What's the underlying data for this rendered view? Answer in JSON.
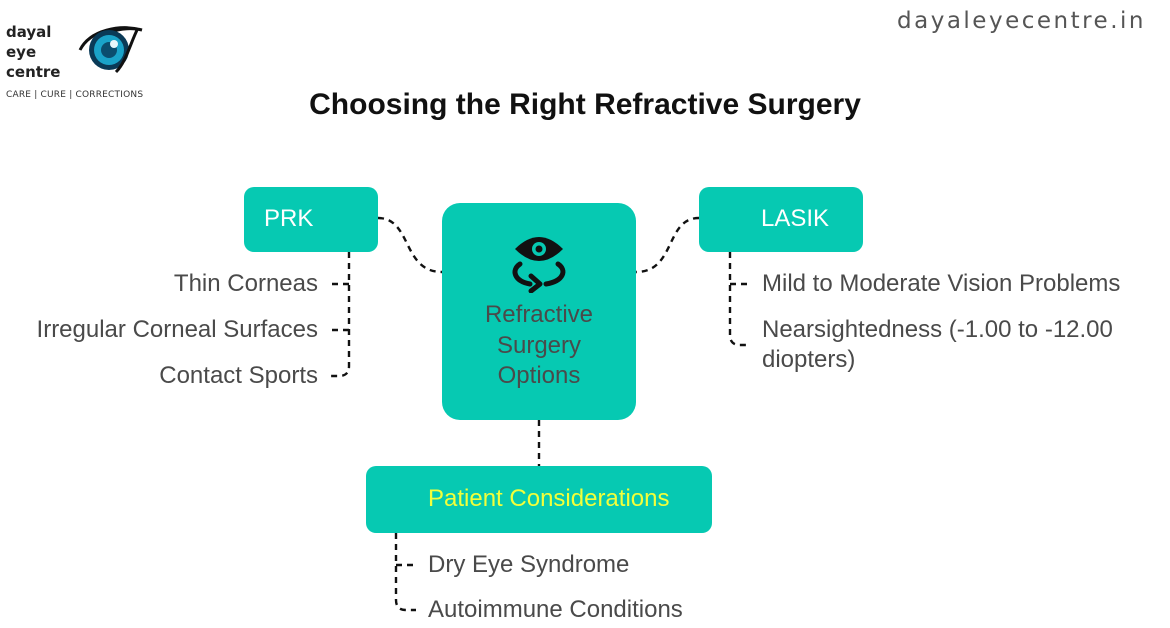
{
  "brand": {
    "logo_lines": [
      "dayal",
      "eye",
      "centre"
    ],
    "tagline": "CARE | CURE | CORRECTIONS",
    "website": "dayaleyecentre.in",
    "teal": "#06c9b2",
    "highlight": "#f2ff3a"
  },
  "title": "Choosing the Right Refractive Surgery",
  "center": {
    "lines": [
      "Refractive",
      "Surgery",
      "Options"
    ],
    "icon": "eye-rotate-icon"
  },
  "prk": {
    "label": "PRK",
    "items": [
      "Thin Corneas",
      "Irregular Corneal Surfaces",
      "Contact Sports"
    ]
  },
  "lasik": {
    "label": "LASIK",
    "items": [
      "Mild to Moderate Vision Problems",
      "Nearsightedness (-1.00 to -12.00",
      "diopters)"
    ]
  },
  "patient": {
    "label": "Patient Considerations",
    "items": [
      "Dry Eye Syndrome",
      "Autoimmune Conditions"
    ]
  }
}
